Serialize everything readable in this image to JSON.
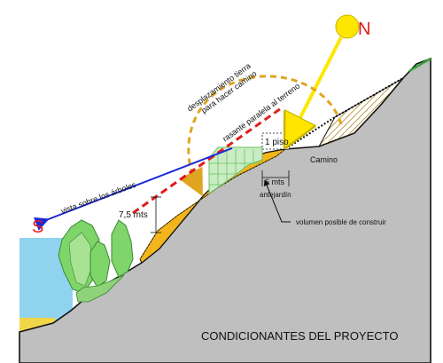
{
  "labels": {
    "north": "N",
    "south": "S",
    "soil_displacement": "desplazamiento tierra",
    "for_road": "para hacer camino",
    "parallel_grade": "rasante paralela al terreno",
    "one_floor": "1 piso",
    "road": "Camino",
    "six_m": "6 mts",
    "front_garden": "antejardín",
    "view_over_trees": "vista sobre los árboles",
    "height_75": "7,5 mts",
    "buildable_volume": "volumen posible de construir",
    "title": "CONDICIONANTES DEL PROYECTO"
  },
  "colors": {
    "terrain": "#bfbfbf",
    "fill_ochre": "#f2b51c",
    "sun": "#ffe600",
    "sea": "#8fd3ef",
    "tree_green": "#7fd46a",
    "dashed_red": "#e01b1b",
    "view_blue": "#1c2ad6",
    "south_red": "#e01b1b",
    "north_red": "#e01b1b",
    "volume_green": "#c9ecc4"
  }
}
